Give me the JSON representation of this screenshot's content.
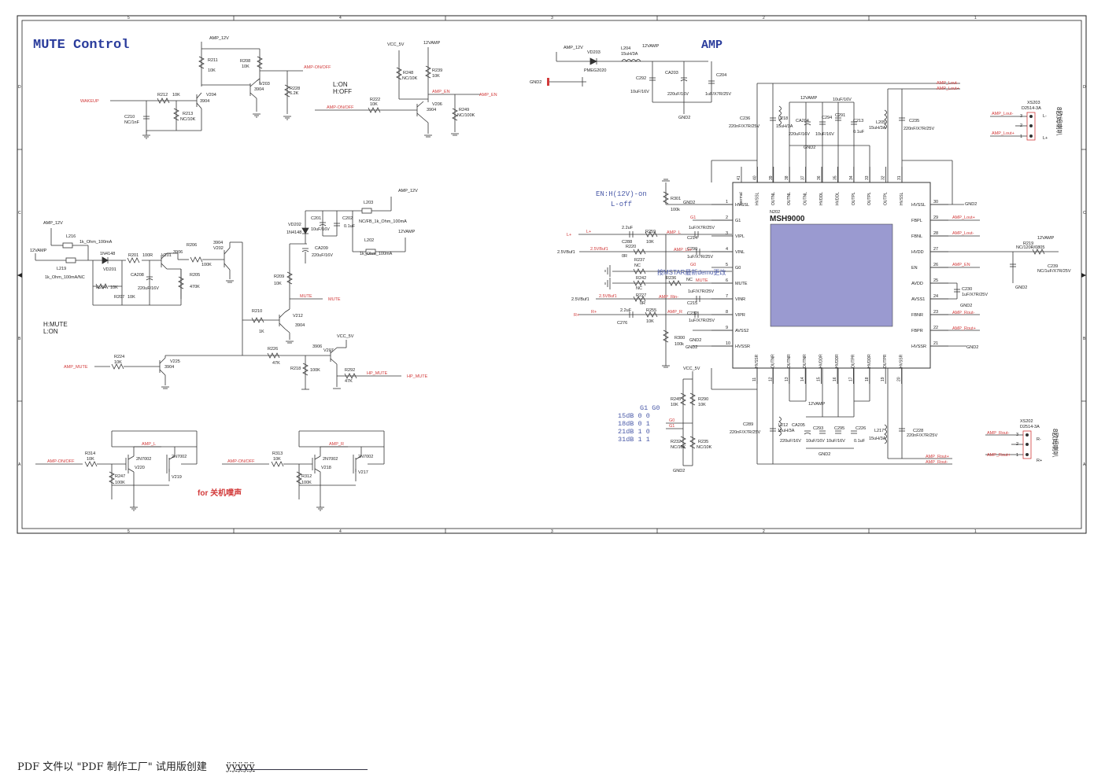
{
  "titles": {
    "mute": "MUTE Control",
    "amp": "AMP"
  },
  "chip": {
    "ref": "N202",
    "name": "MSH9000"
  },
  "notes": {
    "en_line1": "L:ON",
    "en_line2": "H:OFF",
    "mute_line1": "H:MUTE",
    "mute_line2": "L:ON",
    "en12v_line1": "EN:H(12V)-on",
    "en12v_line2": "L-off",
    "mstar": "按MSTAR最新demo更改",
    "for_off": "for 关机噗声"
  },
  "gain_table": {
    "header": "G1  G0",
    "rows": [
      "15dB  0  0",
      "18dB  0  1",
      "21dB  1  0",
      "31dB  1  1"
    ]
  },
  "footer": {
    "text": "PDF 文件以 \"PDF 制作工厂\" 试用版创建",
    "link": "ÿÿÿÿÿ"
  },
  "colors": {
    "net": "#d23a3a",
    "wire": "#333333",
    "chip_fill": "#9a9ad0",
    "frame": "#222222",
    "title": "#2a3c9c"
  },
  "nets": {
    "wakeup": "WAKEUP",
    "amp12v": "AMP_12V",
    "amp_onoff": "AMP-ON/OFF",
    "vcc5v": "VCC_5V",
    "v12amp": "12VAMP",
    "amp_en": "AMP_EN",
    "amp_mute": "AMP_MUTE",
    "mute": "MUTE",
    "hp_mute": "HP_MUTE",
    "amp_l": "AMP_L",
    "amp_r": "AMP_R",
    "gnd2": "GND2",
    "lout_minus": "AMP_Lout-",
    "lout_plus": "AMP_Lout+",
    "rout_minus": "AMP_Rout-",
    "rout_plus": "AMP_Rout+",
    "buf": "2.5VBuf1",
    "lplus": "L+",
    "rplus": "R+",
    "g0": "G0",
    "g1": "G1",
    "amp_lin": "AMP_Lin-",
    "amp_rin": "AMP_Rin-"
  },
  "connectors": {
    "top": {
      "ref": "XS203",
      "part": "D2514-3A",
      "side": "8欧姆喇叭",
      "p1": "L+",
      "p2": "L-"
    },
    "bottom": {
      "ref": "XS202",
      "part": "D2514-3A",
      "side": "8欧姆喇叭",
      "p1": "R+",
      "p2": "R-"
    }
  },
  "chip_left_pins": [
    {
      "n": "1",
      "name": "HVSSL"
    },
    {
      "n": "2",
      "name": "G1"
    },
    {
      "n": "3",
      "name": "VIPL"
    },
    {
      "n": "4",
      "name": "VINL"
    },
    {
      "n": "5",
      "name": "G0"
    },
    {
      "n": "6",
      "name": "MUTE"
    },
    {
      "n": "7",
      "name": "VINR"
    },
    {
      "n": "8",
      "name": "VIPR"
    },
    {
      "n": "9",
      "name": "AVSS2"
    },
    {
      "n": "10",
      "name": "HVSSR"
    }
  ],
  "chip_right_pins": [
    {
      "n": "30",
      "name": "HVSSL"
    },
    {
      "n": "29",
      "name": "FBPL"
    },
    {
      "n": "28",
      "name": "FBNL"
    },
    {
      "n": "27",
      "name": "HVDD"
    },
    {
      "n": "26",
      "name": "EN"
    },
    {
      "n": "25",
      "name": "AVDD"
    },
    {
      "n": "24",
      "name": "AVSS1"
    },
    {
      "n": "23",
      "name": "FBNR"
    },
    {
      "n": "22",
      "name": "FBPR"
    },
    {
      "n": "21",
      "name": "HVSSR"
    }
  ],
  "chip_top_pins": [
    {
      "n": "41",
      "name": "thermal"
    },
    {
      "n": "40",
      "name": "HVSSL"
    },
    {
      "n": "39",
      "name": "OUTNL"
    },
    {
      "n": "38",
      "name": "OUTNL"
    },
    {
      "n": "37",
      "name": "OUTNL"
    },
    {
      "n": "36",
      "name": "HVDDL"
    },
    {
      "n": "35",
      "name": "HVDDL"
    },
    {
      "n": "34",
      "name": "OUTPL"
    },
    {
      "n": "33",
      "name": "OUTPL"
    },
    {
      "n": "32",
      "name": "OUTPL"
    },
    {
      "n": "31",
      "name": "HVSSL"
    }
  ],
  "chip_bottom_pins": [
    {
      "n": "11",
      "name": "HVSSR"
    },
    {
      "n": "12",
      "name": "OUTNR"
    },
    {
      "n": "13",
      "name": "OUTNR"
    },
    {
      "n": "14",
      "name": "OUTNR"
    },
    {
      "n": "15",
      "name": "HVDDR"
    },
    {
      "n": "16",
      "name": "HVDDR"
    },
    {
      "n": "17",
      "name": "OUTPR"
    },
    {
      "n": "18",
      "name": "HVDDR"
    },
    {
      "n": "19",
      "name": "OUTPR"
    },
    {
      "n": "20",
      "name": "HVSSR"
    }
  ],
  "parts": {
    "r211": "R211",
    "r211v": "10K",
    "r208": "R208",
    "r208v": "10K",
    "v203": "V203",
    "v203t": "3904",
    "r228": "R228",
    "r228v": "6.2K",
    "r212": "R212",
    "r212v": "10K",
    "v204": "V204",
    "v204t": "3904",
    "r213": "R213",
    "r213v": "NC/10K",
    "c210": "C210",
    "c210v": "NC/1nF",
    "r248": "R248",
    "r248v": "NC/10K",
    "r239": "R239",
    "r239v": "10K",
    "r222": "R222",
    "r222v": "10K",
    "v206": "V206",
    "v206t": "3904",
    "r249": "R249",
    "r249v": "NC/100K",
    "vd203": "VD203",
    "vd203t": "PMEG2020",
    "l204": "L204",
    "l204v": "15uH/3A",
    "c292": "C292",
    "c292v": "10uF/16V",
    "ca203": "CA203",
    "ca203v": "220uF/16V",
    "c204": "C204",
    "c204v": "1uF/X7R/25V",
    "l216": "L216",
    "l216v": "1k_Ohm_100mA",
    "l219": "L219",
    "l219v": "1k_Ohm_100mA/NC",
    "d1n": "1N4148",
    "vd201": "VD201",
    "r201": "R201",
    "r201v": "100R",
    "v201": "V201",
    "v201t": "3906",
    "r206": "R206",
    "r206v": "100K",
    "v202": "V202",
    "v202t": "3904",
    "r205": "R205",
    "r205v": "470K",
    "ca208": "CA208",
    "ca208v": "220uF/16V",
    "r204": "R204",
    "r204v": "10K",
    "r207": "R207",
    "r207v": "10K",
    "vd202": "VD202",
    "vd202t": "1N4148",
    "c201": "C201",
    "c201v": "10uF/16V",
    "c202": "C202",
    "c202v": "0.1uF",
    "l203": "L203",
    "l203v": "NC/FB_1k_Ohm_100mA",
    "l202": "L202",
    "l202v": "1k_Ohm_100mA",
    "ca209": "CA209",
    "ca209v": "220uF/16V",
    "r209": "R209",
    "r209v": "10K",
    "r210": "R210",
    "r210v": "1K",
    "v212": "V212",
    "v212t": "3904",
    "r226": "R226",
    "r226v": "47K",
    "v207": "V207",
    "v207t": "3906",
    "r218": "R218",
    "r218v": "100K",
    "r292": "R292",
    "r292v": "47K",
    "r224": "R224",
    "r224v": "10K",
    "v225": "V225",
    "v225t": "3904",
    "r314": "R314",
    "r314v": "10K",
    "q7002": "2N7002",
    "v220": "V220",
    "v219": "V219",
    "r247": "R247",
    "r247v": "100K",
    "r313": "R313",
    "r313v": "10K",
    "v218": "V218",
    "v217": "V217",
    "r312": "R312",
    "r312v": "100K",
    "r301": "R301",
    "r301v": "100k",
    "r300": "R300",
    "r300v": "100k",
    "c288": "C288",
    "c288v": "2.2uF",
    "r259": "R259",
    "r259v": "10K",
    "c214": "C214",
    "c214v": "1uF/X7R/25V",
    "r220": "R220",
    "r220v": "0R",
    "c290": "C290",
    "c290v": "1uF/X7R/25V",
    "r237": "R237",
    "nc": "NC",
    "r242": "R242",
    "r236": "R236",
    "r227": "R227",
    "r227v": "0R",
    "c215": "C215",
    "c215v": "1uF/X7R/25V",
    "c276": "C276",
    "c276v": "2.2uF",
    "r255": "R255",
    "r255v": "10K",
    "c232": "C232",
    "c232v": "1uF/X7R/25V",
    "r245": "R245",
    "r245v": "10K",
    "r290": "R290",
    "r290v": "10K",
    "r232": "R232",
    "r232v": "NC/10K",
    "r235": "R235",
    "r235v": "NC/10K",
    "c236": "C236",
    "c236v": "220nF/X7R/25V",
    "l218": "L218",
    "l218v": "15uH/3A",
    "ca204": "CA204",
    "ca204v": "220uF/16V",
    "c294": "C294",
    "c294v": "10uF/16V",
    "c291": "C291",
    "c291v": "10uF/16V",
    "c213": "C213",
    "c213v": "0.1uF",
    "l205": "L205",
    "l205v": "15uH/3A",
    "c235": "C235",
    "c235v": "220nF/X7R/25V",
    "r219": "R219",
    "r219v": "NC/120R/0805",
    "c239": "C239",
    "c239v": "NC/1uF/X7R/25V",
    "c230": "C230",
    "c230v": "1uF/X7R/25V",
    "c289": "C289",
    "c289v": "220nF/X7R/25V",
    "l212": "L212",
    "l212v": "15uH/3A",
    "ca205": "CA205",
    "ca205v": "220uF/16V",
    "c293": "C293",
    "c293v": "10uF/16V",
    "c295": "C295",
    "c295v": "10uF/16V",
    "c226": "C226",
    "c226v": "0.1uF",
    "l217": "L217",
    "l217v": "15uH/3A",
    "c228": "C228",
    "c228v": "220nF/X7R/25V"
  },
  "border_cols": [
    "5",
    "4",
    "3",
    "2",
    "1"
  ],
  "border_rows": [
    "D",
    "C",
    "B",
    "A"
  ]
}
